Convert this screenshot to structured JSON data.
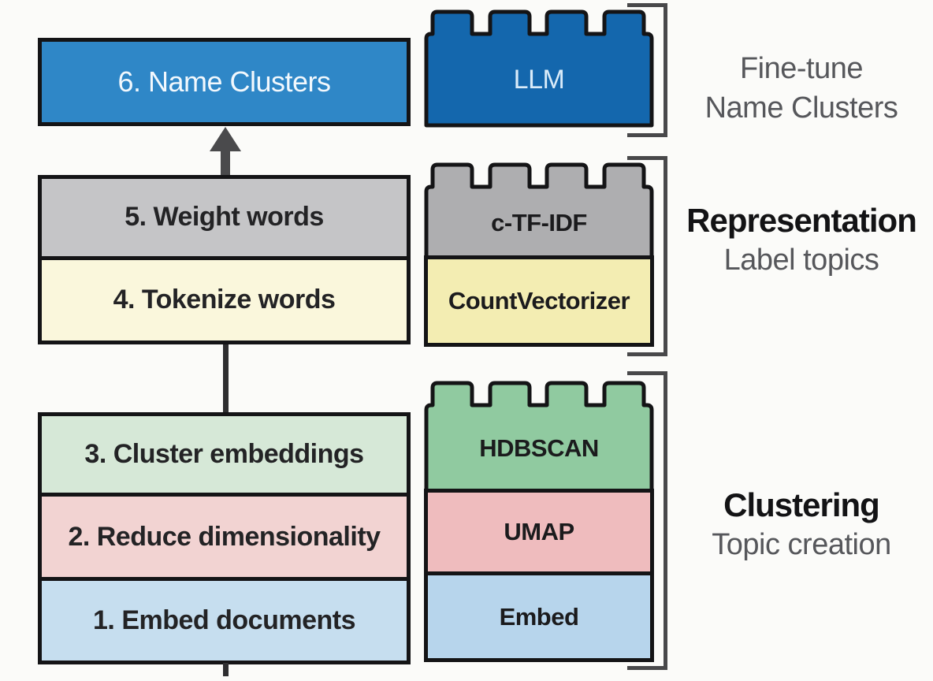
{
  "diagram": {
    "left_steps": [
      {
        "label": "6. Name Clusters"
      },
      {
        "label": "5. Weight words"
      },
      {
        "label": "4. Tokenize words"
      },
      {
        "label": "3. Cluster embeddings"
      },
      {
        "label": "2. Reduce dimensionality"
      },
      {
        "label": "1. Embed documents"
      }
    ],
    "components": [
      {
        "label": "LLM"
      },
      {
        "label": "c-TF-IDF"
      },
      {
        "label": "CountVectorizer"
      },
      {
        "label": "HDBSCAN"
      },
      {
        "label": "UMAP"
      },
      {
        "label": "Embed"
      }
    ],
    "stages": [
      {
        "title": "Fine-tune",
        "subtitle": "Name Clusters"
      },
      {
        "title": "Representation",
        "subtitle": "Label topics"
      },
      {
        "title": "Clustering",
        "subtitle": "Topic creation"
      }
    ],
    "colors": {
      "step6_fill": "#2f87c7",
      "step5_fill": "#c5c5c7",
      "step4_fill": "#faf7dc",
      "step3_fill": "#d6e8d7",
      "step2_fill": "#f2d3d2",
      "step1_fill": "#c6deef",
      "llm_fill": "#1467ad",
      "ctfidf_fill": "#aeaeb0",
      "countvectorizer_fill": "#f3edb2",
      "hdbscan_fill": "#90caa0",
      "umap_fill": "#efbcbe",
      "embed_fill": "#b7d5ec",
      "outline": "#141416",
      "connector": "#2e2e30",
      "bracket": "#48484a",
      "stage_title_text": "#131315",
      "stage_subtitle_text": "#56575b"
    }
  }
}
